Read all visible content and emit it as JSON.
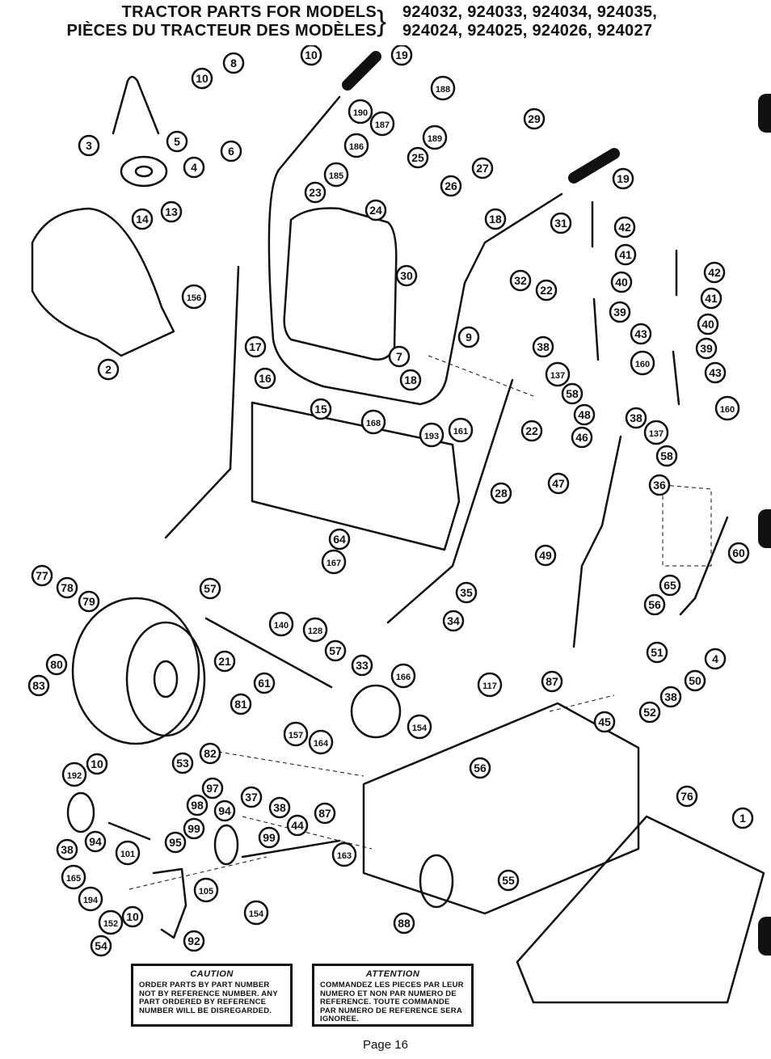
{
  "header": {
    "line1_left": "TRACTOR PARTS FOR MODELS",
    "line2_left": "PIÈCES DU TRACTEUR DES MODÈLES",
    "line1_right": "924032, 924033, 924034, 924035,",
    "line2_right": "924024, 924025, 924026, 924027"
  },
  "callouts": [
    "1",
    "2",
    "3",
    "4",
    "4",
    "5",
    "6",
    "7",
    "8",
    "9",
    "10",
    "10",
    "10",
    "10",
    "13",
    "14",
    "15",
    "16",
    "17",
    "18",
    "18",
    "19",
    "19",
    "21",
    "22",
    "22",
    "23",
    "24",
    "25",
    "26",
    "27",
    "28",
    "29",
    "30",
    "31",
    "32",
    "33",
    "34",
    "35",
    "36",
    "37",
    "38",
    "38",
    "38",
    "38",
    "38",
    "39",
    "39",
    "40",
    "40",
    "41",
    "41",
    "42",
    "42",
    "43",
    "43",
    "44",
    "45",
    "46",
    "47",
    "48",
    "49",
    "50",
    "51",
    "52",
    "53",
    "54",
    "55",
    "56",
    "56",
    "57",
    "57",
    "58",
    "58",
    "60",
    "61",
    "64",
    "65",
    "76",
    "77",
    "78",
    "79",
    "80",
    "81",
    "82",
    "83",
    "87",
    "87",
    "88",
    "92",
    "94",
    "94",
    "95",
    "97",
    "98",
    "99",
    "99",
    "101",
    "105",
    "117",
    "128",
    "137",
    "137",
    "140",
    "152",
    "154",
    "154",
    "156",
    "157",
    "160",
    "160",
    "161",
    "163",
    "164",
    "165",
    "166",
    "167",
    "168",
    "185",
    "186",
    "187",
    "188",
    "189",
    "190",
    "192",
    "193",
    "194"
  ],
  "notices": {
    "caution_heading": "CAUTION",
    "caution_text": "ORDER PARTS BY PART NUMBER NOT BY REFERENCE NUMBER. ANY PART ORDERED BY REFERENCE NUMBER WILL BE DISREGARDED.",
    "attention_heading": "ATTENTION",
    "attention_text": "COMMANDEZ LES PIECES PAR LEUR NUMERO ET NON PAR NUMERO DE REFERENCE. TOUTE COMMANDE PAR NUMERO DE REFERENCE SERA IGNOREE."
  },
  "footer": {
    "page": "Page 16"
  }
}
